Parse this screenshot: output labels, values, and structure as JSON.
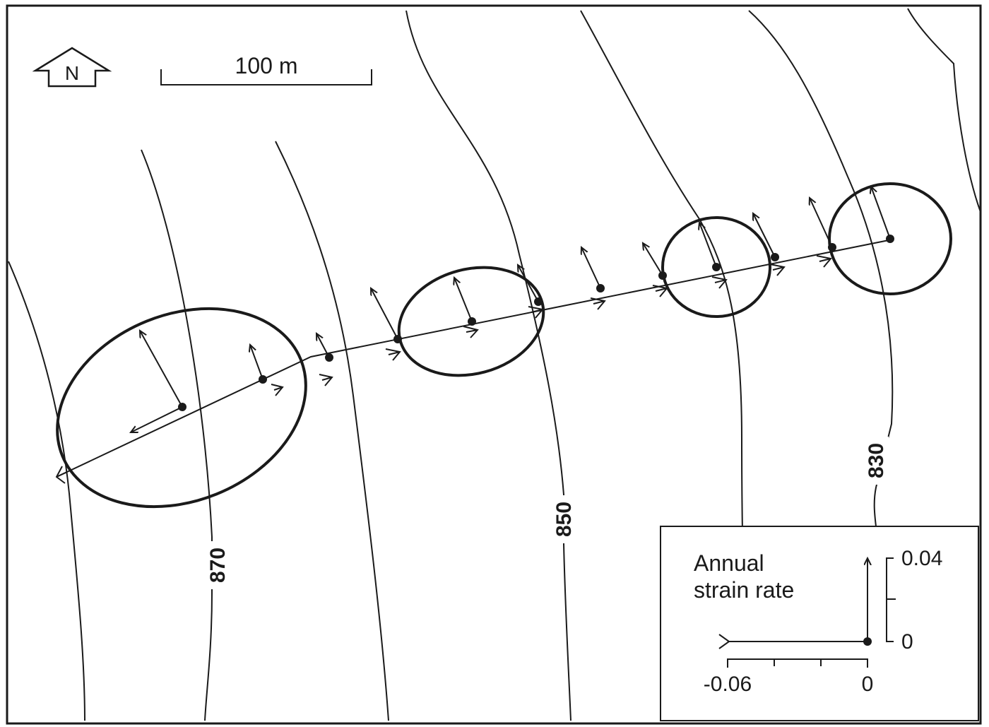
{
  "scale_bar": {
    "label": "100 m"
  },
  "north_arrow": {
    "label": "N"
  },
  "contours": [
    {
      "label": "870"
    },
    {
      "label": "850"
    },
    {
      "label": "830"
    }
  ],
  "legend": {
    "title_line1": "Annual",
    "title_line2": "strain rate",
    "vertical_top": "0.04",
    "vertical_zero": "0",
    "horizontal_min": "-0.06",
    "horizontal_zero": "0"
  }
}
